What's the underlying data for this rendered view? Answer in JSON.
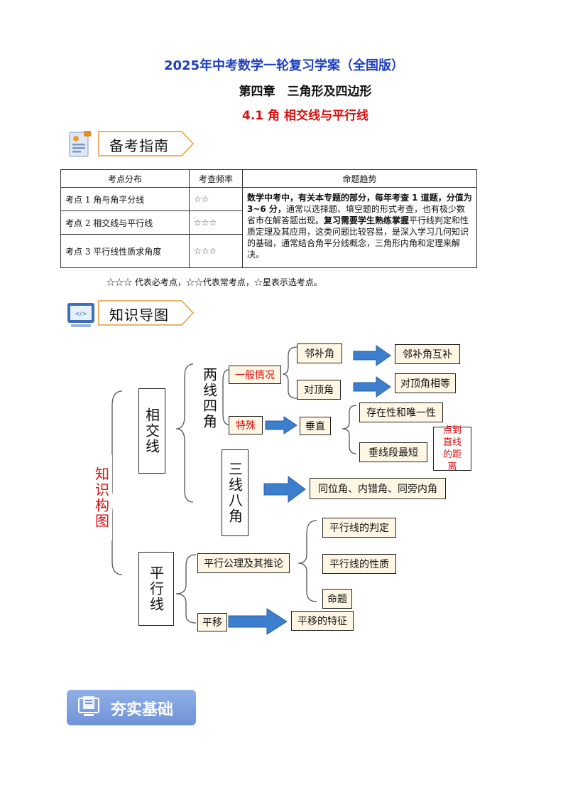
{
  "header": {
    "doc_title": "2025年中考数学一轮复习学案（全国版）",
    "chapter": "第四章　三角形及四边形",
    "section": "4.1  角  相交线与平行线"
  },
  "guide_section": {
    "label": "备考指南",
    "icon": "resume-doc-icon",
    "table": {
      "headers": [
        "考点分布",
        "考查频率",
        "命题趋势"
      ],
      "rows": [
        {
          "point": "考点 1  角与角平分线",
          "freq": "☆☆"
        },
        {
          "point": "考点 2  相交线与平行线",
          "freq": "☆☆☆"
        },
        {
          "point": "考点 3  平行线性质求角度",
          "freq": "☆☆☆"
        }
      ],
      "trend_parts": [
        {
          "text": "数学中考中，有关本专题的部分，每年考查 1 道题，分值为 3~6 分，",
          "bold": true
        },
        {
          "text": "通常以选择题、填空题的形式考查，也有极少数省市在解答题出现。",
          "bold": false
        },
        {
          "text": "复习需要学生熟练掌握",
          "bold": true
        },
        {
          "text": "平行线判定和性质定理及其应用，这类问题比较容易，是深入学习几何知识的基础，通常结合角平分线概念，三角形内角和定理来解决。",
          "bold": false
        }
      ]
    },
    "legend": "☆☆☆ 代表必考点，☆☆代表常考点，☆星表示选考点。"
  },
  "map_section": {
    "label": "知识导图",
    "icon": "code-monitor-icon",
    "root": "知识构图",
    "branch1": "相交线",
    "branch2": "平行线",
    "two_lines": "两线四角",
    "general": "一般情况",
    "special": "特殊",
    "adjacent": "邻补角",
    "adjacent_result": "邻补角互补",
    "vertical": "对顶角",
    "vertical_result": "对顶角相等",
    "perpendicular": "垂直",
    "exist_unique": "存在性和唯一性",
    "shortest": "垂线段最短",
    "distance_note": "点到直线的距离",
    "three_lines": "三线八角",
    "angle_types": "同位角、内错角、同旁内角",
    "axiom": "平行公理及其推论",
    "criteria": "平行线的判定",
    "properties": "平行线的性质",
    "proposition": "命题",
    "translation": "平移",
    "translation_feature": "平移的特征"
  },
  "foundation": {
    "label": "夯实基础",
    "icon": "document-screen-icon"
  },
  "colors": {
    "title_blue": "#1f3fbf",
    "red": "#d81010",
    "arrow_blue": "#3d7fcf"
  }
}
